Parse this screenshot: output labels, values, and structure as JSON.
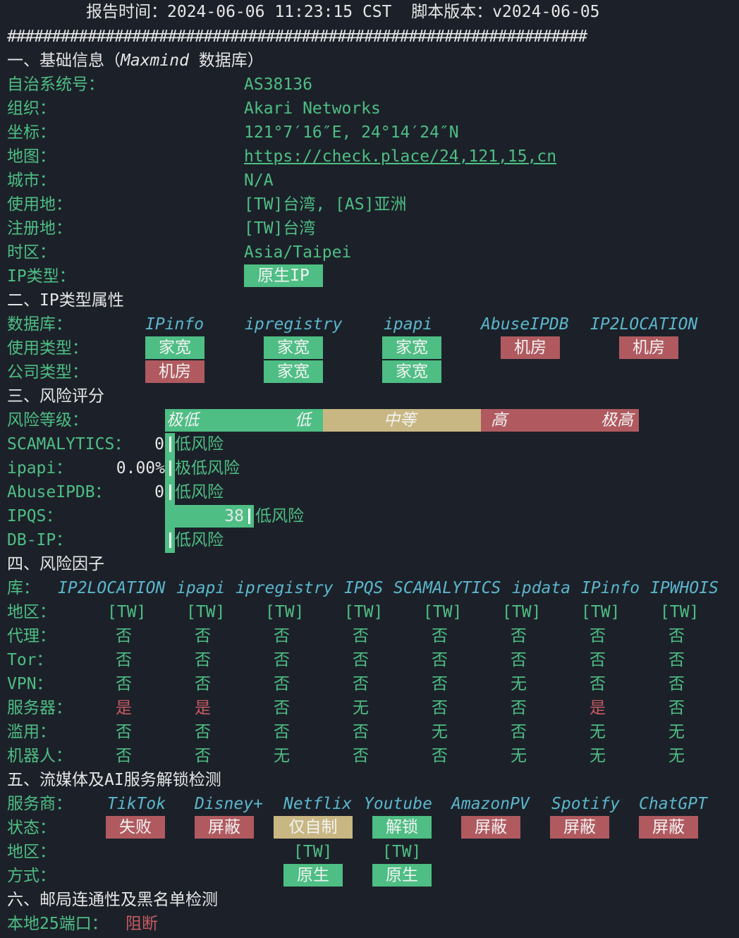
{
  "header": {
    "report_time_label": "报告时间：",
    "report_time": "2024-06-06 11:23:15 CST",
    "script_version_label": "脚本版本：",
    "script_version": "v2024-06-05",
    "hash_line": "#################################################################"
  },
  "section1": {
    "title_prefix": "一、基础信息（",
    "title_italic": "Maxmind",
    "title_suffix": " 数据库）",
    "rows": [
      {
        "label": "自治系统号：",
        "value": "AS38136"
      },
      {
        "label": "组织：",
        "value": "Akari Networks"
      },
      {
        "label": "坐标：",
        "value": "121°7′16″E, 24°14′24″N"
      },
      {
        "label": "地图：",
        "value": "https://check.place/24,121,15,cn"
      },
      {
        "label": "城市：",
        "value": "N/A"
      },
      {
        "label": "使用地：",
        "value": "[TW]台湾, [AS]亚洲"
      },
      {
        "label": "注册地：",
        "value": "[TW]台湾"
      },
      {
        "label": "时区：",
        "value": "Asia/Taipei"
      },
      {
        "label": "IP类型：",
        "value": "原生IP"
      }
    ]
  },
  "section2": {
    "title": "二、IP类型属性",
    "db_label": "数据库：",
    "databases": [
      "IPinfo",
      "ipregistry",
      "ipapi",
      "AbuseIPDB",
      "IP2LOCATION"
    ],
    "usage_label": "使用类型：",
    "usage": [
      "家宽",
      "家宽",
      "家宽",
      "机房",
      "机房"
    ],
    "company_label": "公司类型：",
    "company": [
      "机房",
      "家宽",
      "家宽"
    ]
  },
  "section3": {
    "title": "三、风险评分",
    "level_label": "风险等级：",
    "scale": {
      "very_low": "极低",
      "low": "低",
      "medium": "中等",
      "high": "高",
      "very_high": "极高"
    },
    "scores": [
      {
        "name": "SCAMALYTICS：",
        "score": "0",
        "result": "低风险"
      },
      {
        "name": "ipapi：",
        "score": "0.00%",
        "result": "极低风险"
      },
      {
        "name": "AbuseIPDB：",
        "score": "0",
        "result": "低风险"
      },
      {
        "name": "IPQS：",
        "score": "38",
        "result": "低风险"
      },
      {
        "name": "DB-IP：",
        "score": "",
        "result": "低风险"
      }
    ]
  },
  "section4": {
    "title": "四、风险因子",
    "lib_label": "库：",
    "libs": [
      "IP2LOCATION",
      "ipapi",
      "ipregistry",
      "IPQS",
      "SCAMALYTICS",
      "ipdata",
      "IPinfo",
      "IPWHOIS"
    ],
    "rows": [
      {
        "label": "地区：",
        "values": [
          "[TW]",
          "[TW]",
          "[TW]",
          "[TW]",
          "[TW]",
          "[TW]",
          "[TW]",
          "[TW]"
        ]
      },
      {
        "label": "代理：",
        "values": [
          "否",
          "否",
          "否",
          "否",
          "否",
          "否",
          "否",
          "否"
        ]
      },
      {
        "label": "Tor：",
        "values": [
          "否",
          "否",
          "否",
          "否",
          "否",
          "否",
          "否",
          "否"
        ]
      },
      {
        "label": "VPN：",
        "values": [
          "否",
          "否",
          "否",
          "否",
          "否",
          "无",
          "否",
          "否"
        ]
      },
      {
        "label": "服务器：",
        "values": [
          "是",
          "是",
          "否",
          "无",
          "否",
          "否",
          "是",
          "否"
        ]
      },
      {
        "label": "滥用：",
        "values": [
          "否",
          "否",
          "否",
          "否",
          "无",
          "否",
          "无",
          "无"
        ]
      },
      {
        "label": "机器人：",
        "values": [
          "否",
          "否",
          "无",
          "否",
          "否",
          "无",
          "无",
          "无"
        ]
      }
    ]
  },
  "section5": {
    "title": "五、流媒体及AI服务解锁检测",
    "provider_label": "服务商：",
    "providers": [
      "TikTok",
      "Disney+",
      "Netflix",
      "Youtube",
      "AmazonPV",
      "Spotify",
      "ChatGPT"
    ],
    "status_label": "状态：",
    "status": [
      "失败",
      "屏蔽",
      "仅自制",
      "解锁",
      "屏蔽",
      "屏蔽",
      "屏蔽"
    ],
    "region_label": "地区：",
    "regions": [
      "",
      "",
      "[TW]",
      "[TW]",
      "",
      "",
      ""
    ],
    "method_label": "方式：",
    "methods": [
      "",
      "",
      "原生",
      "原生",
      "",
      "",
      ""
    ]
  },
  "section6": {
    "title": "六、邮局连通性及黑名单检测",
    "port_label": "本地25端口：",
    "port_value": "阻断"
  },
  "colors": {
    "background": "#1c2129",
    "green": "#4ebe84",
    "red": "#b05a60",
    "yellow": "#c8b783",
    "cyan": "#5bb6cc"
  }
}
